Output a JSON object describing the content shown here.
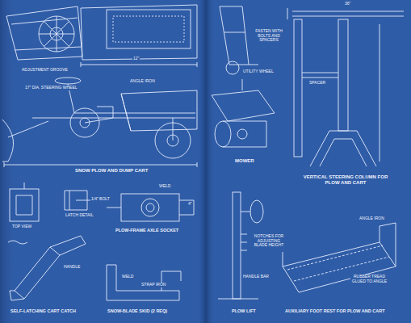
{
  "diagram": {
    "labels": [
      "SNOW PLOW AND DUMP CART",
      "MOWER",
      "VERTICAL STEERING COLUMN FOR PLOW AND CART",
      "PLOW-FRAME AXLE SOCKET",
      "SELF-LATCHING CART CATCH",
      "SNOW-BLADE SKID (2 REQ)",
      "PLOW LIFT",
      "AUXILIARY FOOT REST FOR PLOW AND CART",
      "ADJUSTMENT GROOVE",
      "TOP VIEW",
      "LATCH DETAIL",
      "17\" DIA. STEERING WHEEL",
      "ANGLE IRON",
      "UTILITY WHEEL",
      "FASTEN WITH BOLTS AND SPACERS",
      "HANDLE BAR",
      "NOTCHES FOR ADJUSTING BLADE HEIGHT",
      "RUBBER TREAD GLUED TO ANGLE",
      "WELD",
      "WELD",
      "SPACER",
      "HANDLE",
      "ANGLE IRON",
      "1/4\" BOLT",
      "STRAP IRON",
      "36\"",
      "12\"",
      "4\""
    ]
  }
}
